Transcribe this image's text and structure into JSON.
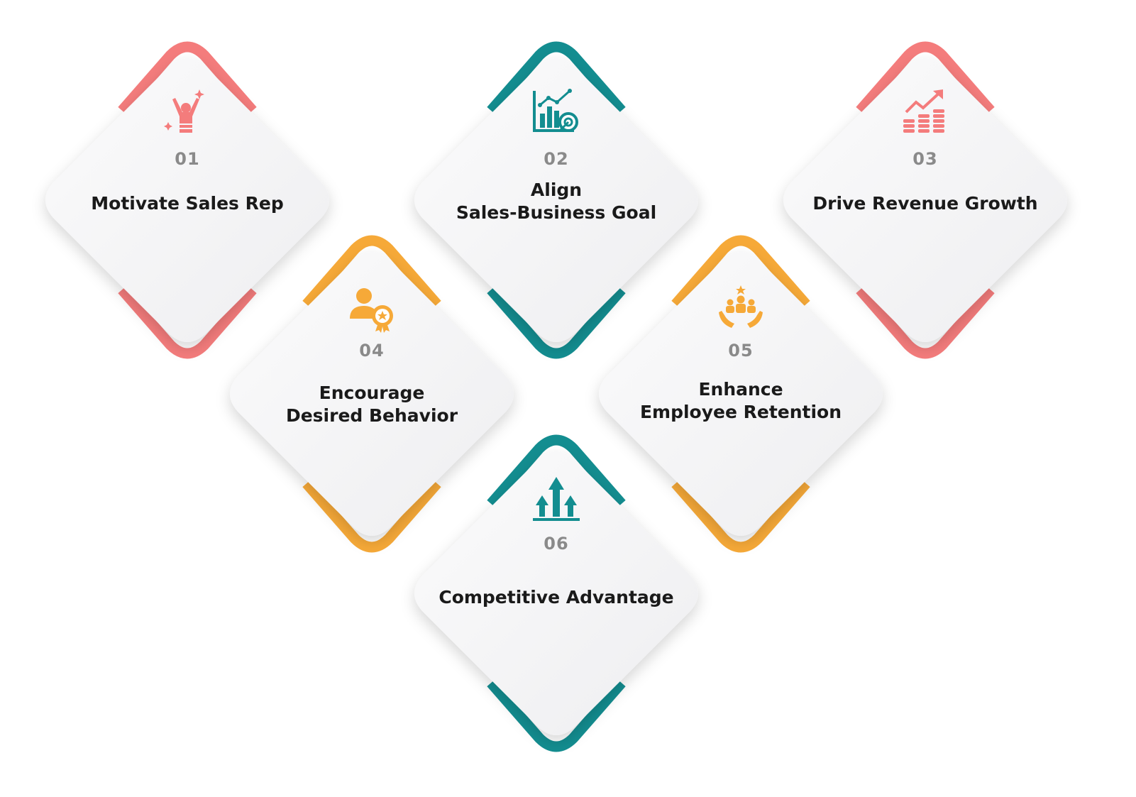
{
  "colors": {
    "pink": "#f47c7c",
    "teal": "#138d90",
    "orange": "#f6a938",
    "card_fill": "#f7f7f8",
    "number": "#8a8a8a",
    "label": "#1a1a1a"
  },
  "items": [
    {
      "number": "01",
      "label_lines": [
        "Motivate Sales Rep"
      ],
      "accent": "pink",
      "icon": "celebrating-person-icon"
    },
    {
      "number": "02",
      "label_lines": [
        "Align",
        "Sales-Business Goal"
      ],
      "accent": "teal",
      "icon": "chart-target-icon"
    },
    {
      "number": "03",
      "label_lines": [
        "Drive Revenue Growth"
      ],
      "accent": "pink",
      "icon": "revenue-growth-icon"
    },
    {
      "number": "04",
      "label_lines": [
        "Encourage",
        "Desired Behavior"
      ],
      "accent": "orange",
      "icon": "person-badge-icon"
    },
    {
      "number": "05",
      "label_lines": [
        "Enhance",
        "Employee Retention"
      ],
      "accent": "orange",
      "icon": "team-hands-icon"
    },
    {
      "number": "06",
      "label_lines": [
        "Competitive Advantage"
      ],
      "accent": "teal",
      "icon": "growth-arrows-icon"
    }
  ]
}
